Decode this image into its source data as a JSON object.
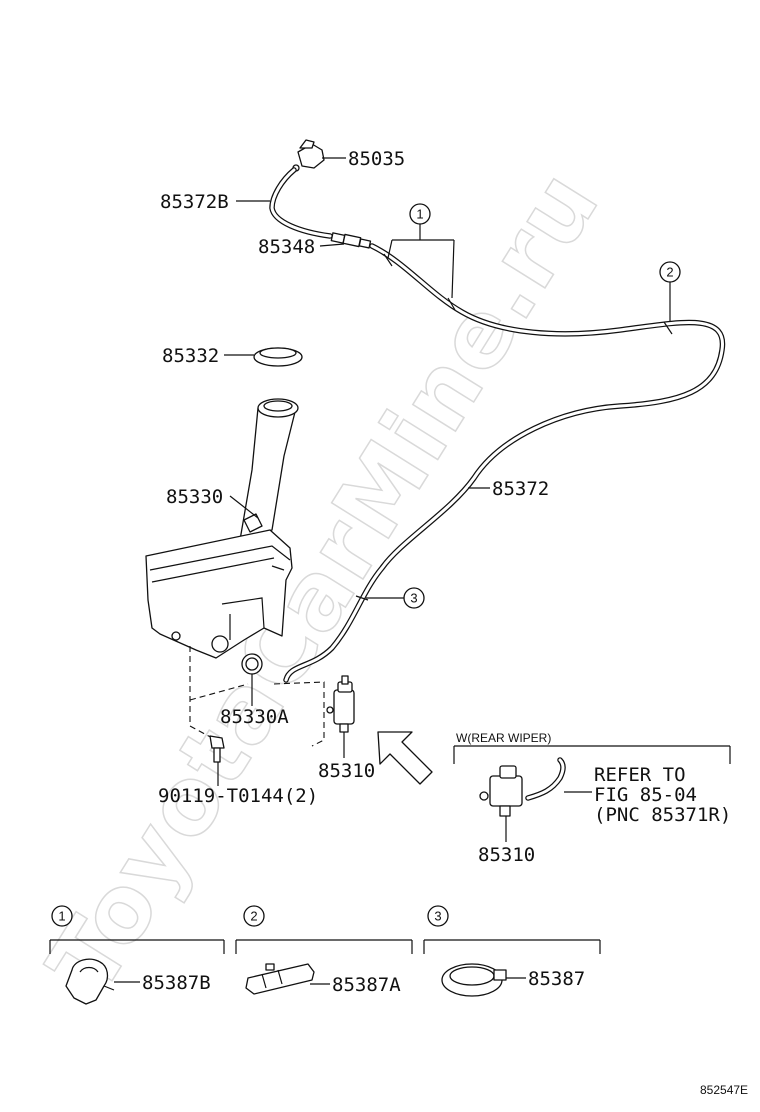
{
  "watermark": "ToyotaCarMine.ru",
  "callouts": {
    "p85035": "85035",
    "p85372B": "85372B",
    "p85348": "85348",
    "p85332": "85332",
    "p85330": "85330",
    "p85372": "85372",
    "p85330A": "85330A",
    "p85310": "85310",
    "p90119": "90119-T0144(2)"
  },
  "markers": [
    "1",
    "2",
    "3"
  ],
  "rear_wiper_box": {
    "title": "W(REAR WIPER)",
    "refer_line1": "REFER TO",
    "refer_line2": "FIG 85-04",
    "refer_line3": "(PNC 85371R)",
    "part": "85310"
  },
  "legend": [
    {
      "marker": "1",
      "part": "85387B"
    },
    {
      "marker": "2",
      "part": "85387A"
    },
    {
      "marker": "3",
      "part": "85387"
    }
  ],
  "figure_id": "852547E"
}
